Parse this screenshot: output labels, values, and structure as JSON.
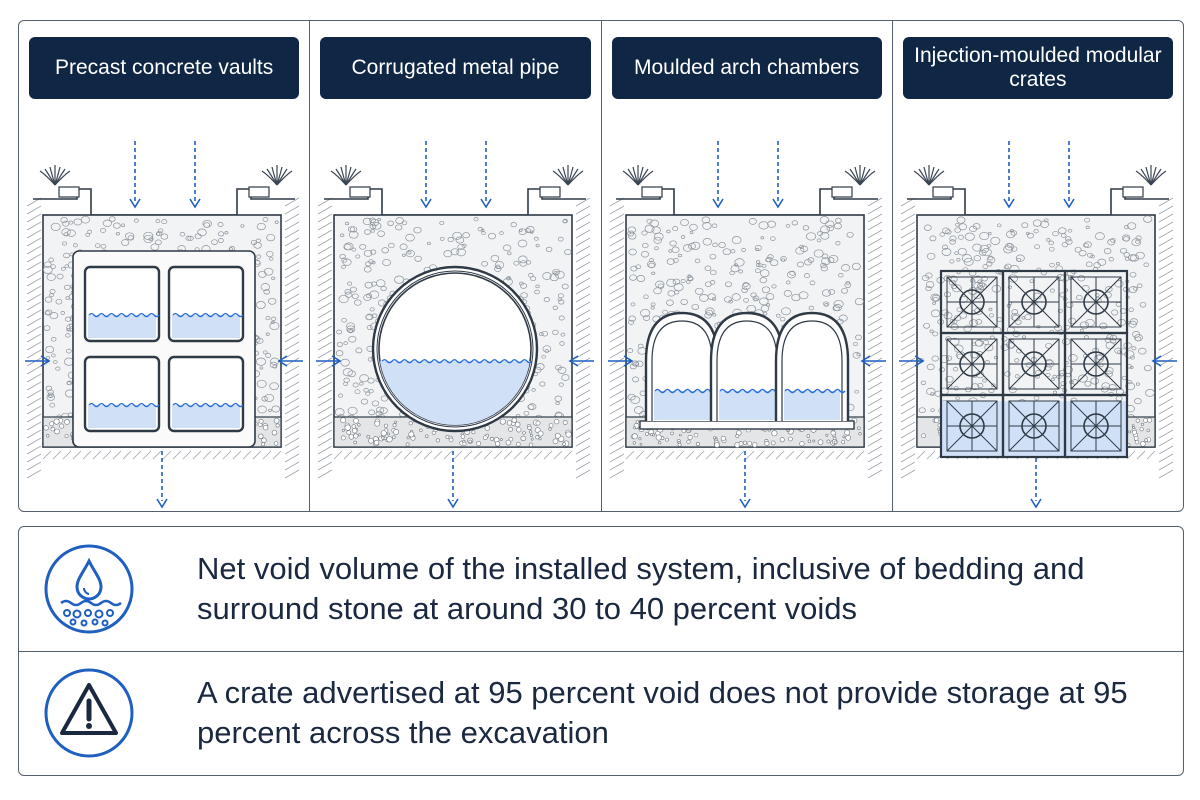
{
  "panels": [
    {
      "title": "Precast concrete vaults",
      "storage": "vault",
      "water_level": 0.35
    },
    {
      "title": "Corrugated metal pipe",
      "storage": "pipe",
      "water_level": 0.42
    },
    {
      "title": "Moulded arch chambers",
      "storage": "arch",
      "water_level": 0.3
    },
    {
      "title": "Injection-moulded modular crates",
      "storage": "crate",
      "water_level": 0.3
    }
  ],
  "notes": [
    {
      "icon": "water-drop-icon",
      "text": "Net void volume of the installed system, inclusive of bedding and surround stone at around 30 to 40 percent voids"
    },
    {
      "icon": "warning-icon",
      "text": "A crate advertised at 95 percent void does not provide storage at 95 percent across the excavation"
    }
  ],
  "colors": {
    "title_bg": "#0f2744",
    "accent": "#1f5fbf",
    "water": "#cfe0f7",
    "water_line": "#2a6fd6",
    "text": "#1b2940"
  }
}
